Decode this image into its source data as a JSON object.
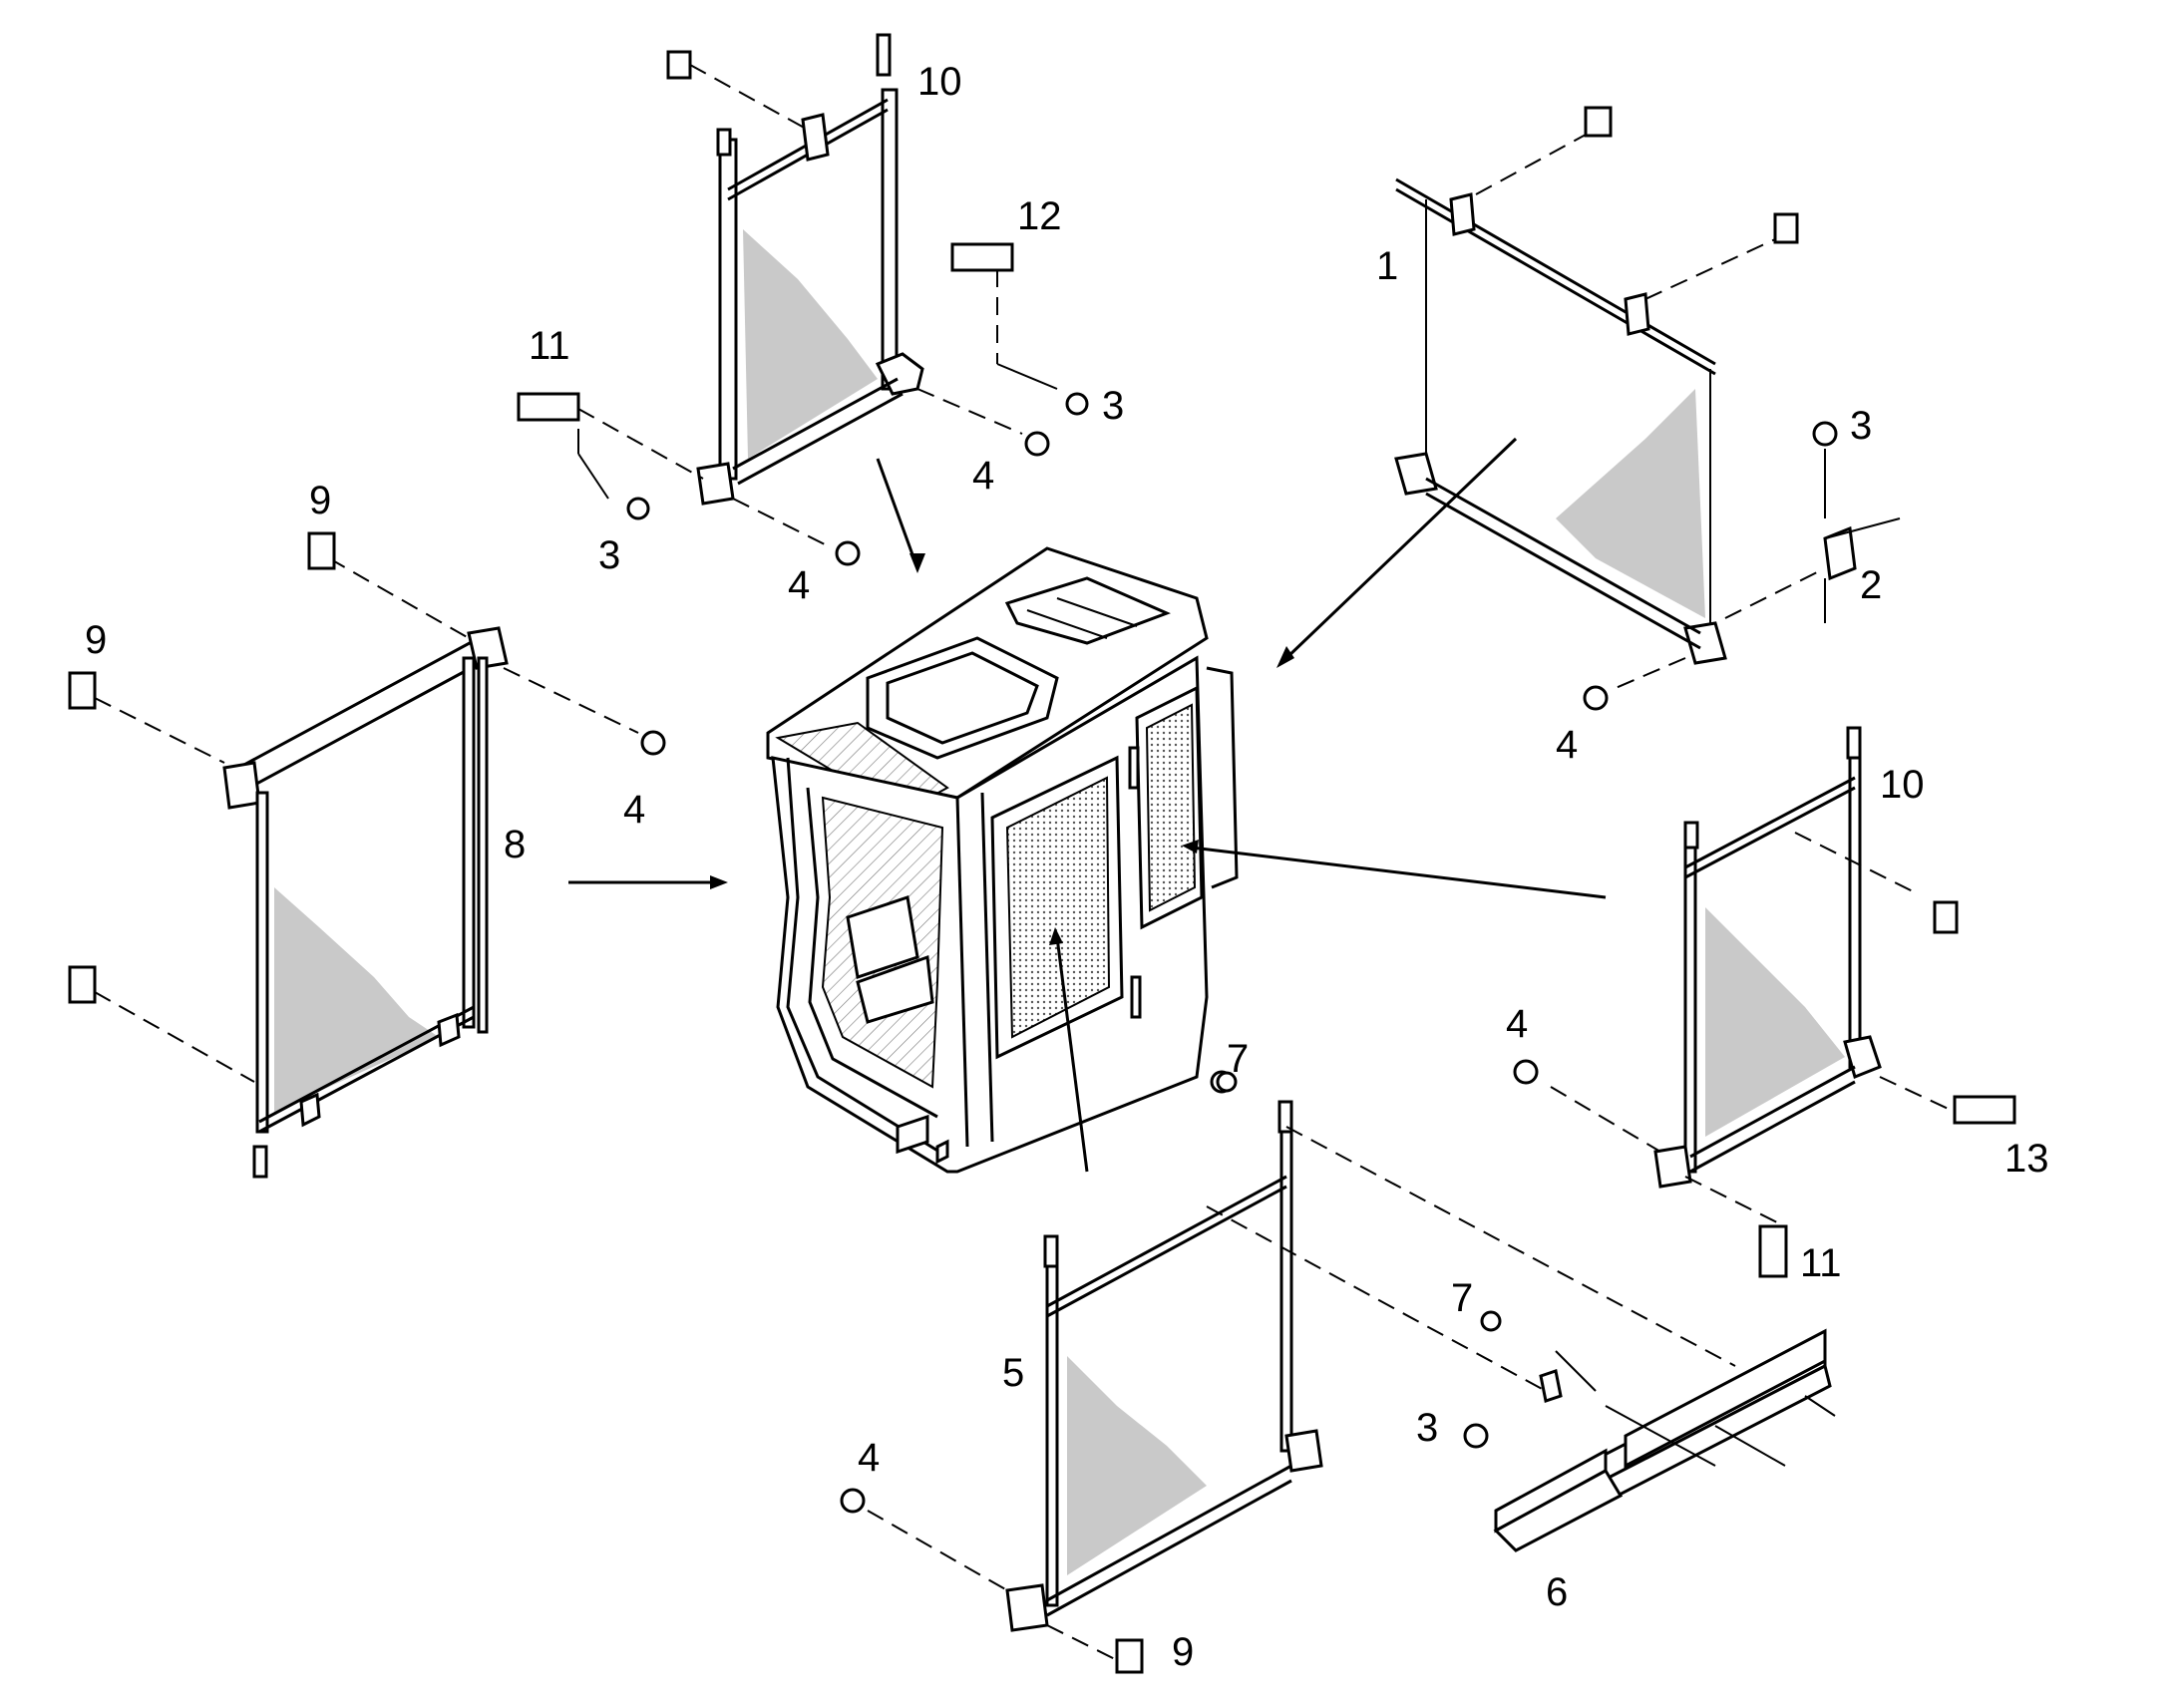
{
  "colors": {
    "line": "#000000",
    "background": "#ffffff",
    "shade": "#c9c9c9"
  },
  "callouts": [
    {
      "id": "c1",
      "text": "1"
    },
    {
      "id": "c2",
      "text": "2"
    },
    {
      "id": "c3a",
      "text": "3"
    },
    {
      "id": "c3b",
      "text": "3"
    },
    {
      "id": "c3c",
      "text": "3"
    },
    {
      "id": "c3d",
      "text": "3"
    },
    {
      "id": "c4a",
      "text": "4"
    },
    {
      "id": "c4b",
      "text": "4"
    },
    {
      "id": "c4c",
      "text": "4"
    },
    {
      "id": "c4d",
      "text": "4"
    },
    {
      "id": "c4e",
      "text": "4"
    },
    {
      "id": "c4f",
      "text": "4"
    },
    {
      "id": "c5",
      "text": "5"
    },
    {
      "id": "c6",
      "text": "6"
    },
    {
      "id": "c7a",
      "text": "7"
    },
    {
      "id": "c7b",
      "text": "7"
    },
    {
      "id": "c8",
      "text": "8"
    },
    {
      "id": "c9a",
      "text": "9"
    },
    {
      "id": "c9b",
      "text": "9"
    },
    {
      "id": "c9c",
      "text": "9"
    },
    {
      "id": "c10a",
      "text": "10"
    },
    {
      "id": "c10b",
      "text": "10"
    },
    {
      "id": "c11a",
      "text": "11"
    },
    {
      "id": "c11b",
      "text": "11"
    },
    {
      "id": "c12",
      "text": "12"
    },
    {
      "id": "c13",
      "text": "13"
    }
  ]
}
